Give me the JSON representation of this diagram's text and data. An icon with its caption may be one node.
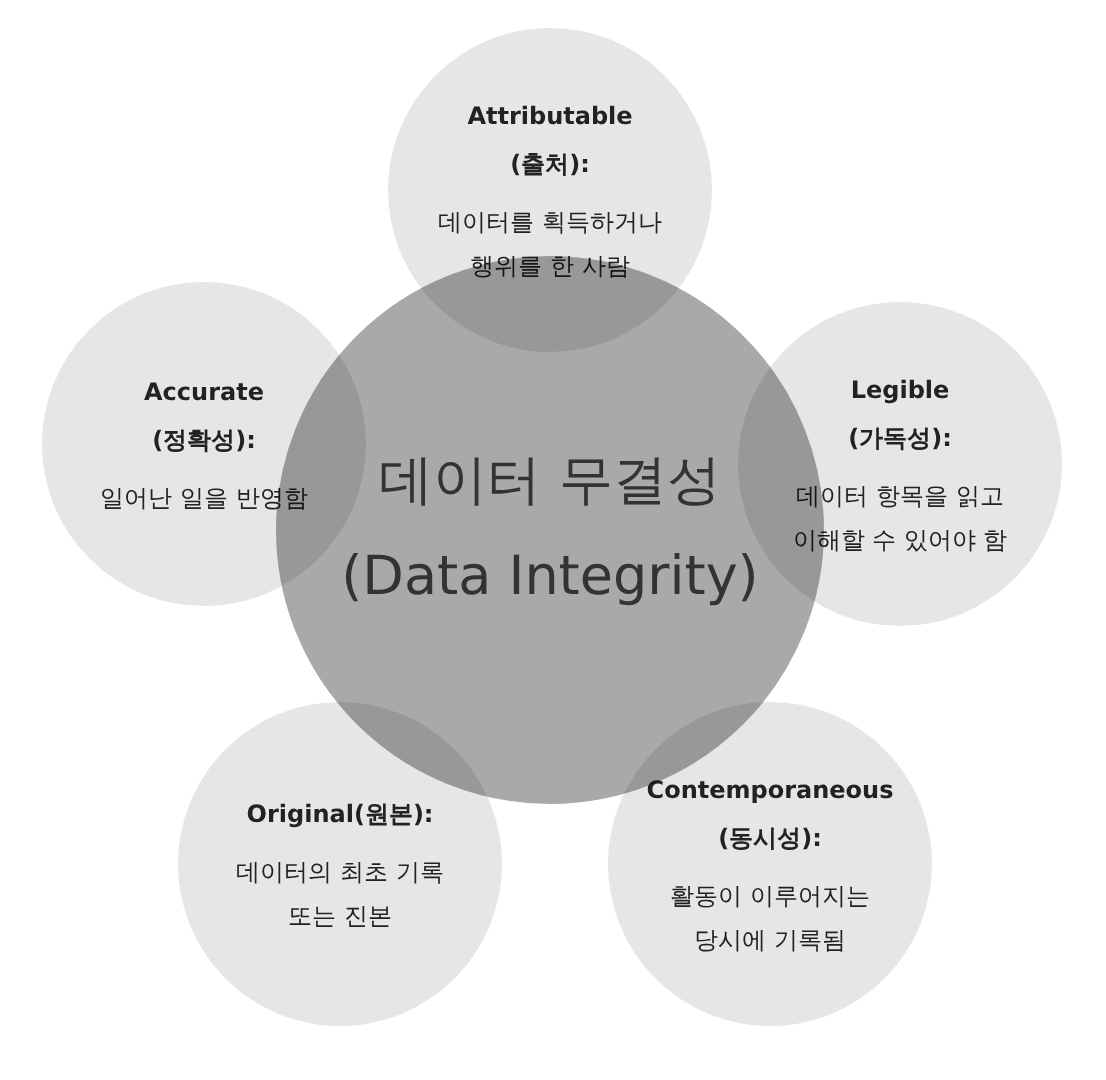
{
  "diagram": {
    "nodes": [
      {
        "text": [
          "데이터 무결성",
          "(Data Integrity)"
        ]
      },
      {
        "text": [
          "Attributable (출처):",
          "데이터를 획득하거나 행위를 한 사람"
        ]
      },
      {
        "text": [
          "Accurate (정확성):",
          "일어난 일을 반영함"
        ]
      },
      {
        "text": [
          "Legible (가독성):",
          "데이터 항목을 읽고 이해할 수 있어야 함"
        ]
      },
      {
        "text": [
          "Original(원본):",
          "데이터의 최초 기록 또는 진본"
        ]
      },
      {
        "text": [
          "Contemporaneous (동시성):",
          "활동이 이루어지는 당시에 기록됨"
        ]
      }
    ]
  }
}
